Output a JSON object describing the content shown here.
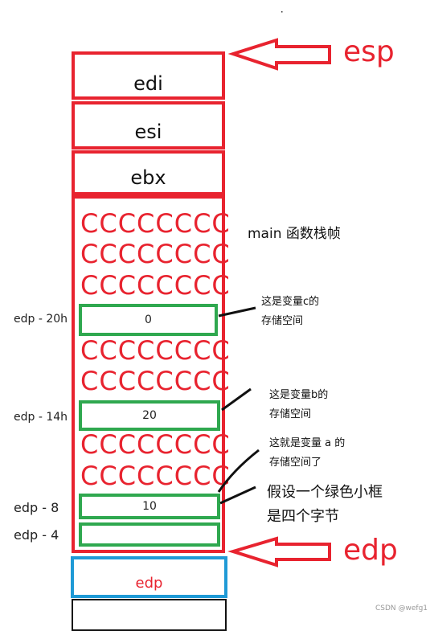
{
  "stack": {
    "top_registers": [
      "edi",
      "esi",
      "ebx"
    ],
    "fill_pattern": "CCCCCCCC",
    "frame_label": "main 函数栈帧",
    "slots": [
      {
        "offset": "edp - 20h",
        "value": "0"
      },
      {
        "offset": "edp - 14h",
        "value": "20"
      },
      {
        "offset": "edp - 8",
        "value": "10"
      },
      {
        "offset": "edp - 4",
        "value": ""
      }
    ],
    "saved_register": "edp"
  },
  "pointers": {
    "esp": "esp",
    "edp": "edp"
  },
  "notes": {
    "c_line1": "这是变量c的",
    "c_line2": "存储空间",
    "b_line1": "这是变量b的",
    "b_line2": "存储空间",
    "a_line1": "这就是变量 a 的",
    "a_line2": "存储空间了",
    "box_line1": "假设一个绿色小框",
    "box_line2": "是四个字节"
  },
  "watermark": "CSDN @wefg1",
  "colors": {
    "red": "#e8232f",
    "green": "#2fa84f",
    "blue": "#1f9ad6"
  }
}
